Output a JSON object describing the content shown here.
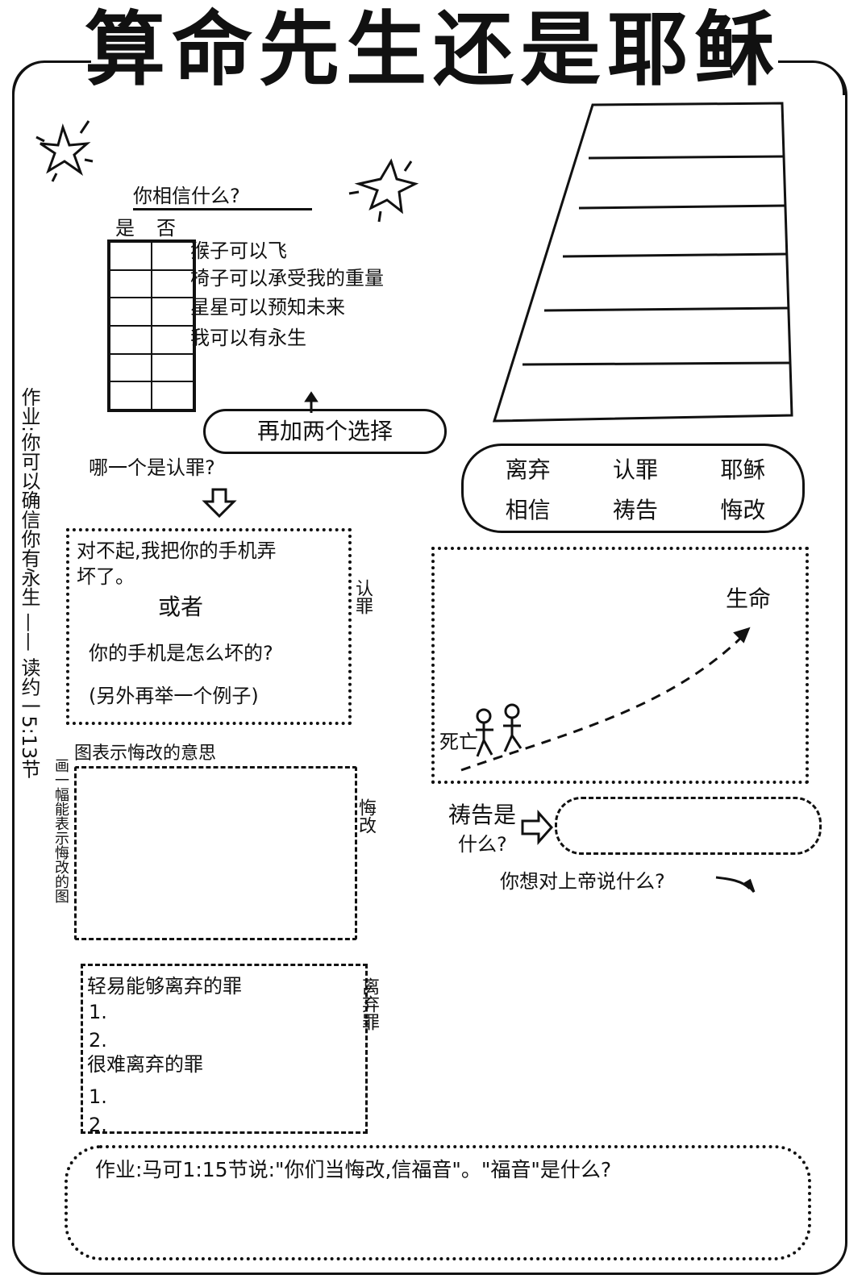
{
  "title": "算命先生还是耶稣",
  "belief": {
    "question": "你相信什么?",
    "yes": "是",
    "no": "否",
    "items": [
      "猴子可以飞",
      "椅子可以承受我的重量",
      "星星可以预知未来",
      "我可以有永生"
    ]
  },
  "add_options": "再加两个选择",
  "which": "哪一个是认罪?",
  "options": [
    "离弃",
    "认罪",
    "耶稣",
    "相信",
    "祷告",
    "悔改"
  ],
  "confession_box": {
    "line1": "对不起,我把你的手机弄",
    "line2": "坏了。",
    "or": "或者",
    "line3": "你的手机是怎么坏的?",
    "line4": "(另外再举一个例子)",
    "side": "认罪"
  },
  "repent_box": {
    "caption": "图表示悔改的意思",
    "side": "悔改",
    "left_vertical": "画一幅能表示悔改的图"
  },
  "forsake_box": {
    "easy": "轻易能够离弃的罪",
    "e1": "1.",
    "e2": "2.",
    "hard": "很难离弃的罪",
    "h1": "1.",
    "h2": "2.",
    "side": "离弃罪"
  },
  "path": {
    "start": "死亡",
    "end": "生命"
  },
  "prayer": {
    "q1": "祷告是",
    "q2": "什么?",
    "say": "你想对上帝说什么?"
  },
  "homework_left": "作业:你可以确信你有永生 —— 读约一5:13节",
  "homework_bottom": "作业:马可1:15节说:\"你们当悔改,信福音\"。\"福音\"是什么?"
}
